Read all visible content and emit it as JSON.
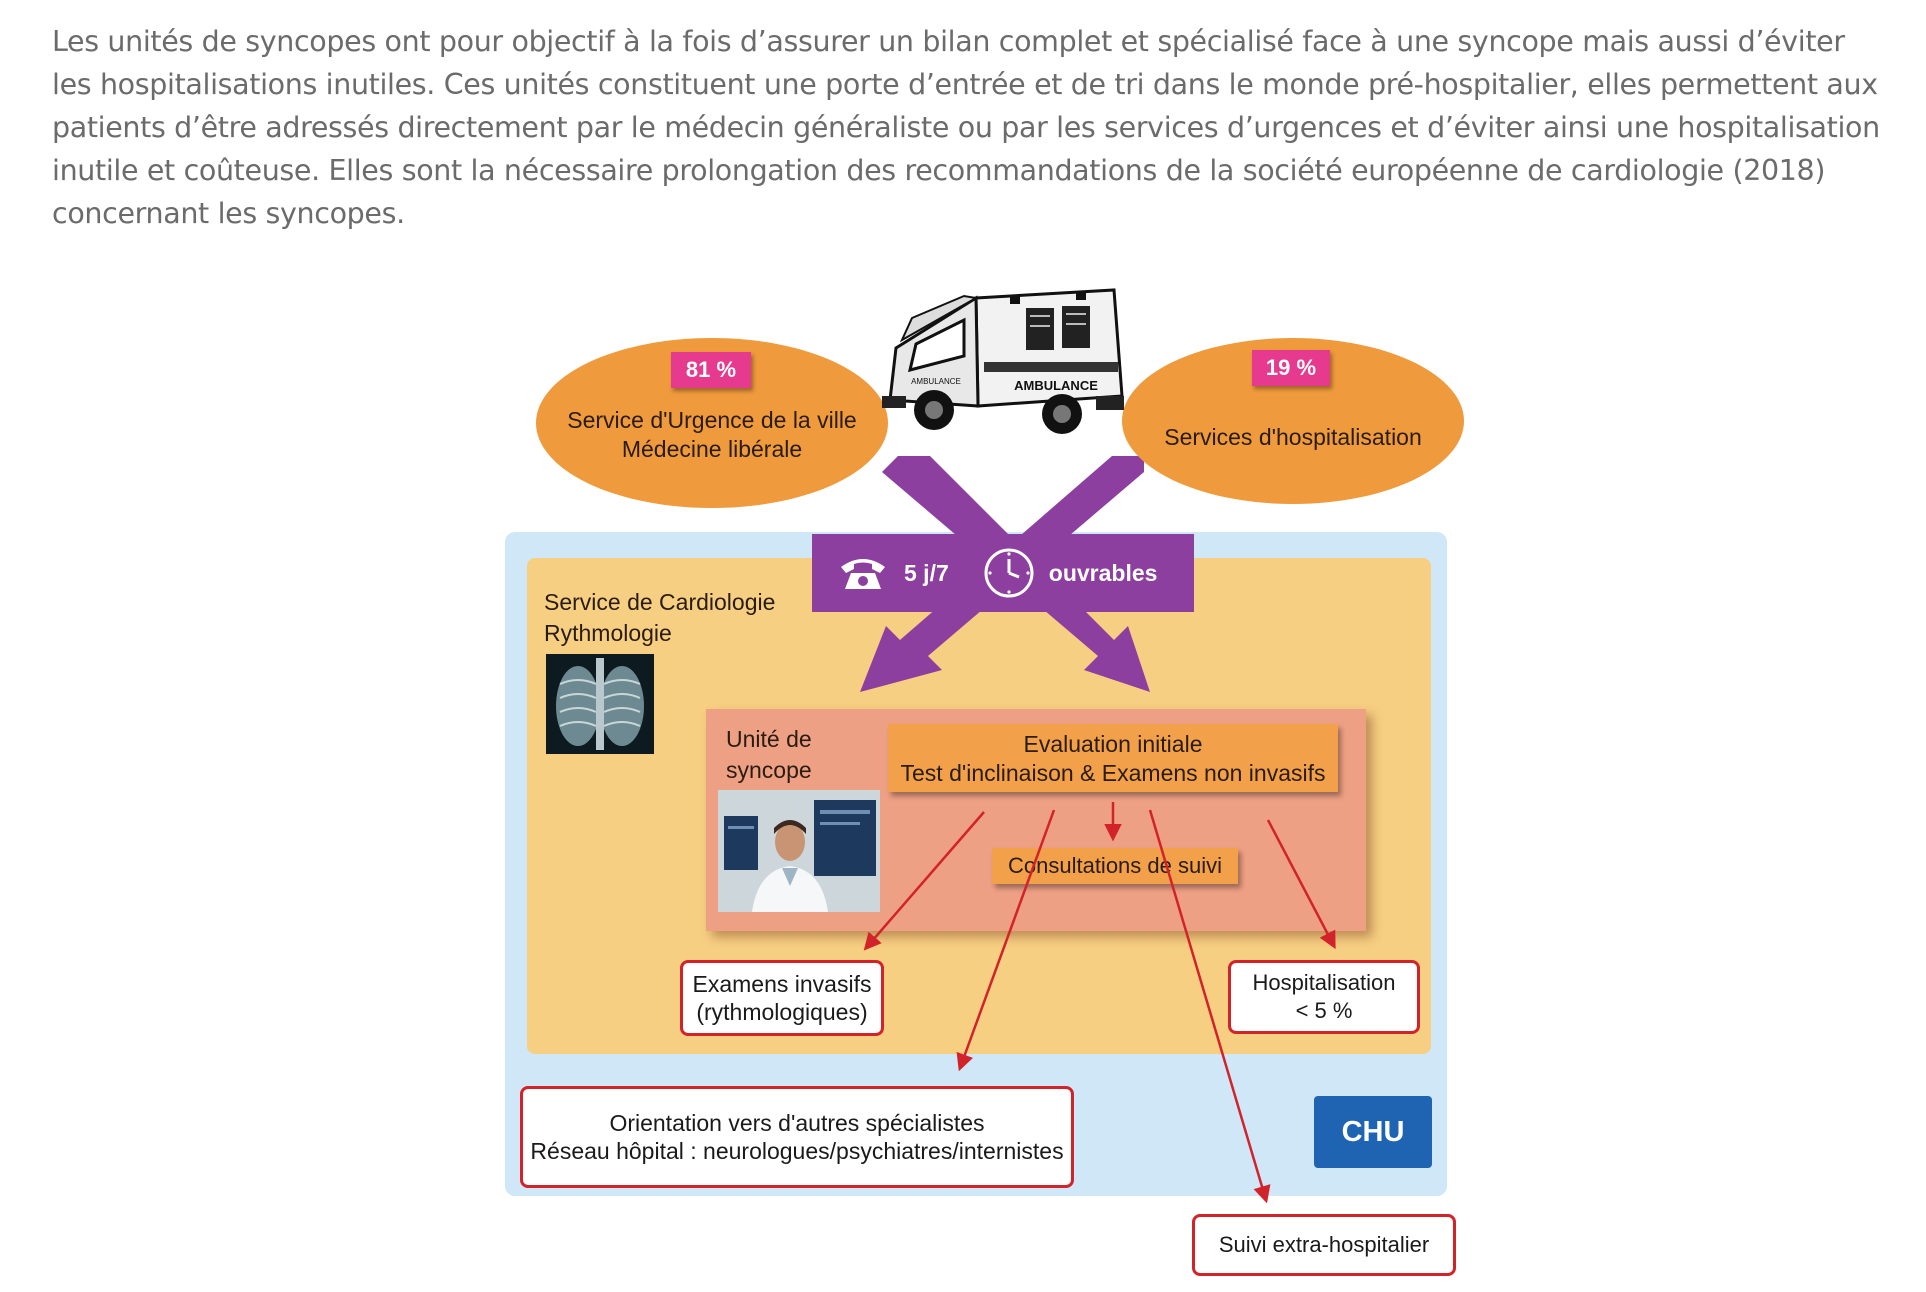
{
  "intro_text": "Les unités de syncopes ont pour objectif à la fois d’assurer un bilan complet et spécialisé face à une syncope mais aussi d’éviter les hospitalisations inutiles. Ces unités constituent une porte d’entrée et de tri dans le monde pré-hospitalier, elles permettent aux patients d’être adressés directement par le médecin généraliste ou par les services d’urgences et d’éviter ainsi une hospitalisation inutile et coûteuse. Elles sont la nécessaire prolongation des recommandations de la société européenne de cardiologie (2018) concernant les syncopes.",
  "diagram": {
    "left_source": {
      "percent": "81 %",
      "line1": "Service d'Urgence de la ville",
      "line2": "Médecine libérale"
    },
    "right_source": {
      "percent": "19 %",
      "line1": "Services d'hospitalisation"
    },
    "ambulance_text": "AMBULANCE",
    "access_bar": {
      "days": "5 j/7",
      "hours": "ouvrables",
      "phone_icon": "telephone-icon",
      "clock_icon": "clock-icon"
    },
    "cardiology_service": {
      "line1": "Service de Cardiologie",
      "line2": "Rythmologie"
    },
    "syncope_unit": {
      "line1": "Unité de",
      "line2": "syncope"
    },
    "initial_evaluation": {
      "line1": "Evaluation initiale",
      "line2": "Test d'inclinaison & Examens non invasifs"
    },
    "follow_up": "Consultations de suivi",
    "invasive_exams": {
      "line1": "Examens invasifs",
      "line2": "(rythmologiques)"
    },
    "hospitalisation": {
      "line1": "Hospitalisation",
      "line2": "< 5 %"
    },
    "orientation": {
      "line1": "Orientation vers d'autres spécialistes",
      "line2": "Réseau hôpital : neurologues/psychiatres/internistes"
    },
    "chu": "CHU",
    "outpatient_follow_up": "Suivi extra-hospitalier",
    "colors": {
      "orange": "#ef9a3c",
      "pink": "#e53a8e",
      "purple": "#8c3f9e",
      "light_blue": "#cfe7f7",
      "yellow": "#f7cf82",
      "salmon": "#eea084",
      "red": "#d2232a",
      "chu_blue": "#1f64b3"
    }
  }
}
